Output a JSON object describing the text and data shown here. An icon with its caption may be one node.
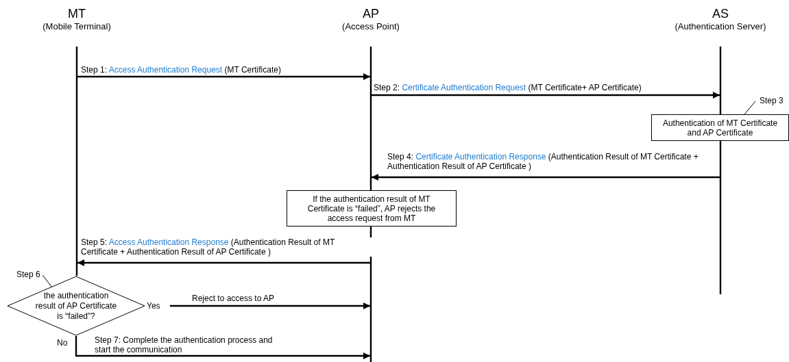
{
  "diagram": {
    "nodes": [
      {
        "text": [
          "MT",
          "(Mobile Terminal)"
        ]
      },
      {
        "text": [
          "AP",
          "(Access Point)"
        ]
      },
      {
        "text": [
          "AS",
          "(Authentication Server)"
        ]
      },
      {
        "text": [
          "Step 3"
        ]
      },
      {
        "text": [
          "Authentication of MT Certificate and AP Certificate"
        ]
      },
      {
        "text": [
          "If the authentication result of MT Certificate is “failed”, AP rejects the access request from MT"
        ]
      },
      {
        "text": [
          "Step 6"
        ]
      },
      {
        "text": [
          "the authentication result of AP Certificate is “failed”?"
        ],
        "beside": [
          "Yes",
          "No"
        ]
      }
    ],
    "edges": [
      {
        "from": 0,
        "to": 1,
        "arrow": "to",
        "label": "Step 1: *Access Authentication Request* (MT Certificate)"
      },
      {
        "from": 1,
        "to": 2,
        "arrow": "to",
        "label": "Step 2: *Certificate Authentication Request* (MT Certificate+ AP Certificate)"
      },
      {
        "from": 3,
        "to": 4,
        "arrow": "none"
      },
      {
        "from": 2,
        "to": 1,
        "arrow": "to",
        "label": "Step 4: *Certificate Authentication Response* (Authentication Result of MT Certificate + Authentication Result of AP Certificate )"
      },
      {
        "from": 1,
        "to": 0,
        "arrow": "to",
        "label": "Step 5: *Access Authentication Response* (Authentication Result of MT Certificate + Authentication Result of AP Certificate )"
      },
      {
        "from": 6,
        "to": 7,
        "arrow": "none"
      },
      {
        "from": 7,
        "to": 1,
        "arrow": "to",
        "label": "Reject to access to AP"
      },
      {
        "from": 7,
        "to": 1,
        "arrow": "to",
        "label": "Step 7: Complete the authentication process and start the communication"
      }
    ]
  }
}
